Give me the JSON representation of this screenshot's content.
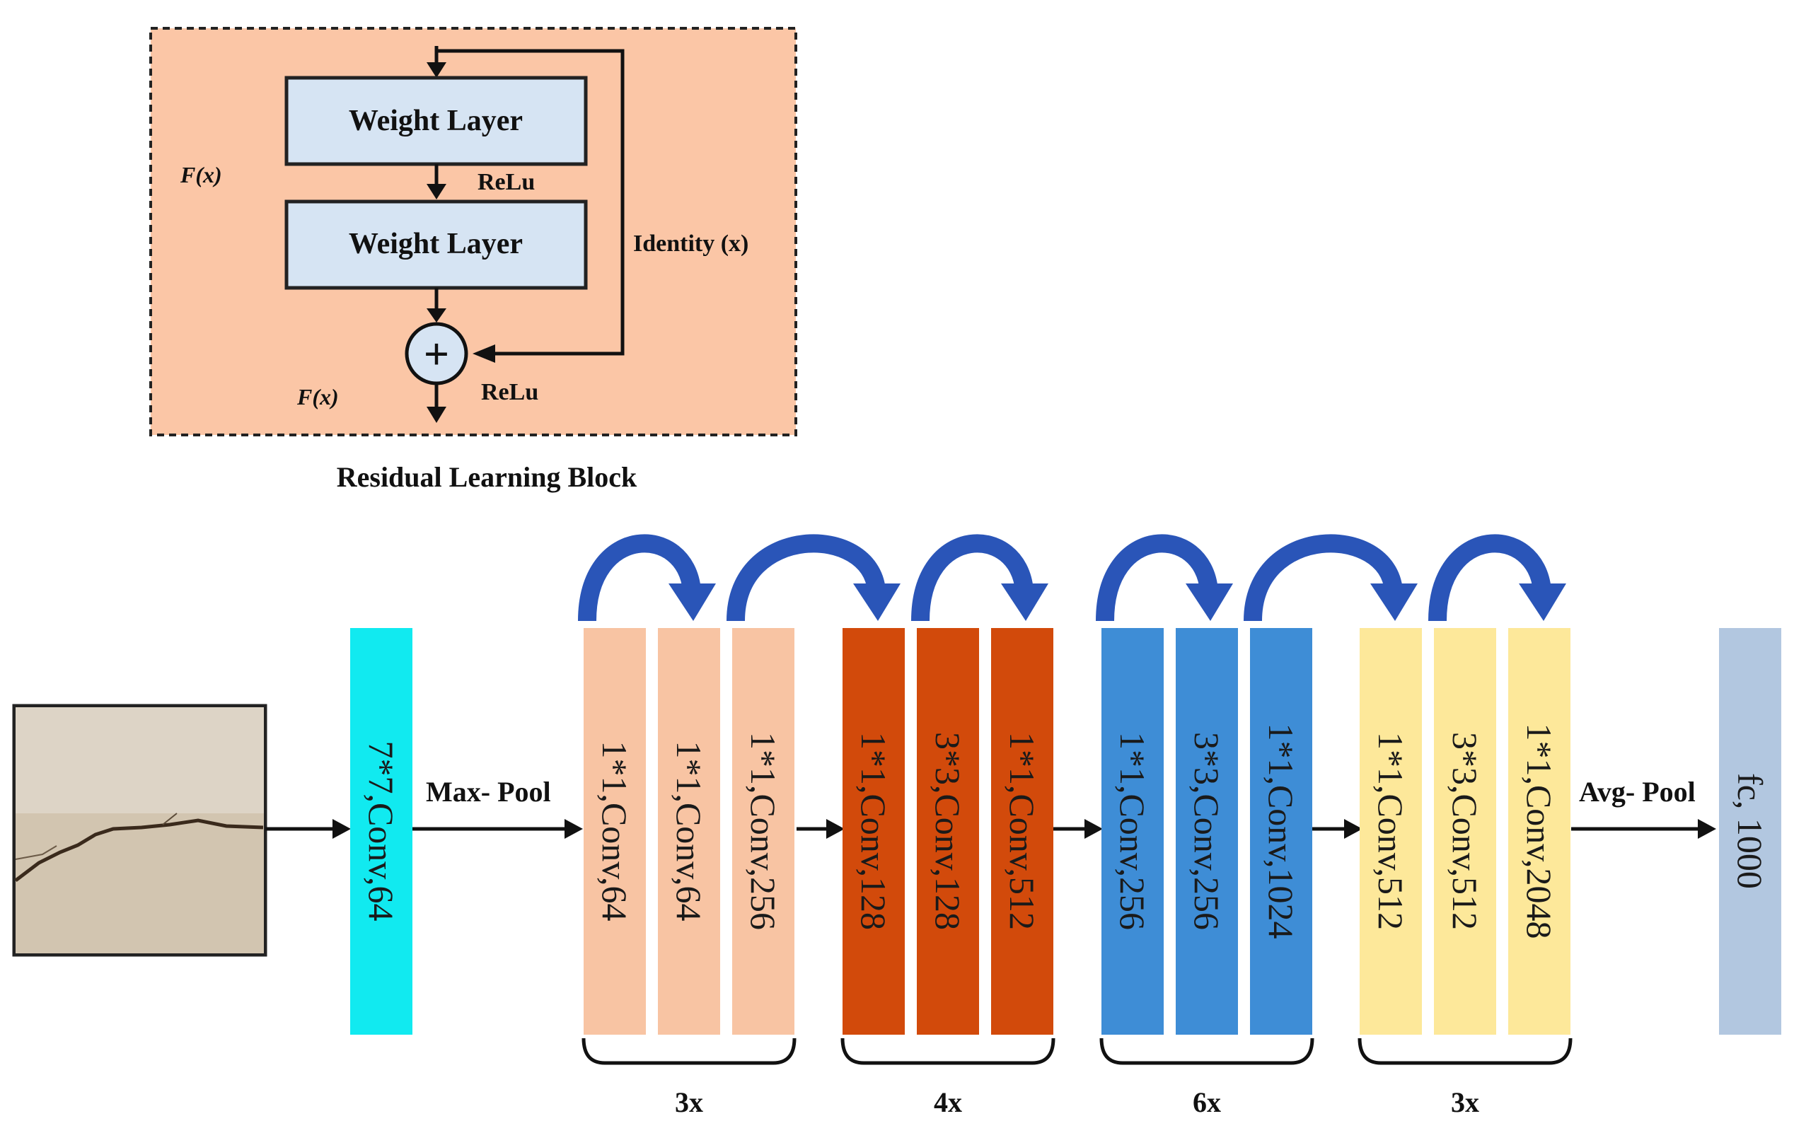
{
  "residual_block": {
    "title": "Residual Learning Block",
    "weight_layer_1": "Weight Layer",
    "weight_layer_2": "Weight Layer",
    "relu_1": "ReLu",
    "relu_2": "ReLu",
    "identity": "Identity (x)",
    "fx_1": "F(x)",
    "fx_2": "F(x)"
  },
  "network": {
    "input_image": "crack-image",
    "conv1": "7*7,Conv,64",
    "maxpool": "Max- Pool",
    "avgpool": "Avg- Pool",
    "fc": "fc, 1000",
    "stages": [
      {
        "repeat": "3x",
        "color": "#f8c4a3",
        "layers": [
          "1*1,Conv,64",
          "1*1,Conv,64",
          "1*1,Conv,256"
        ]
      },
      {
        "repeat": "4x",
        "color": "#d24a0b",
        "layers": [
          "1*1,Conv,128",
          "3*3,Conv,128",
          "1*1,Conv,512"
        ]
      },
      {
        "repeat": "6x",
        "color": "#3e8dd6",
        "layers": [
          "1*1,Conv,256",
          "3*3,Conv,256",
          "1*1,Conv,1024"
        ]
      },
      {
        "repeat": "3x",
        "color": "#fde89a",
        "layers": [
          "1*1,Conv,512",
          "3*3,Conv,512",
          "1*1,Conv,2048"
        ]
      }
    ]
  },
  "colors": {
    "block_background": "#fbc6a6",
    "weight_layer_fill": "#d6e4f3",
    "conv1_fill": "#11eaf0",
    "fc_fill": "#b2c7e0",
    "skip_arrow": "#2a55b8"
  }
}
